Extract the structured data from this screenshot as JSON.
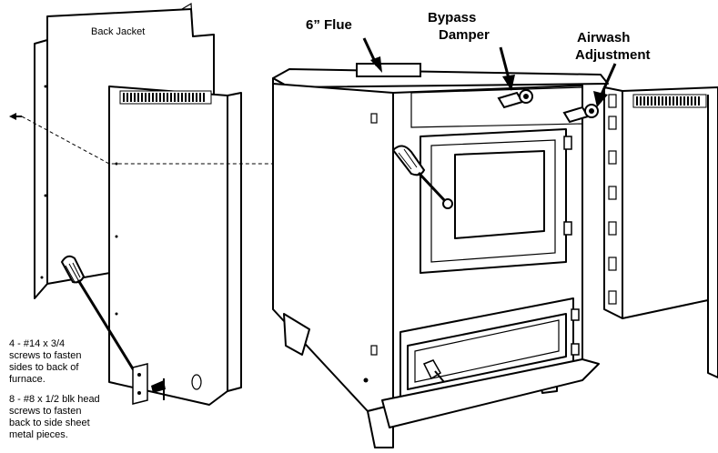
{
  "labels": {
    "back_jacket": "Back Jacket",
    "flue": "6” Flue",
    "bypass_line1": "Bypass",
    "bypass_line2": "Damper",
    "airwash_line1": "Airwash",
    "airwash_line2": "Adjustment"
  },
  "notes": {
    "note1": [
      "4 - #14 x 3/4",
      "screws to fasten",
      "sides to back of",
      "furnace."
    ],
    "note2": [
      "8 - #8 x 1/2 blk head",
      "screws to fasten",
      "back to side sheet",
      "metal pieces."
    ]
  },
  "icons": [
    "screwdriver-icon",
    "screw-icon",
    "bracket-icon"
  ]
}
